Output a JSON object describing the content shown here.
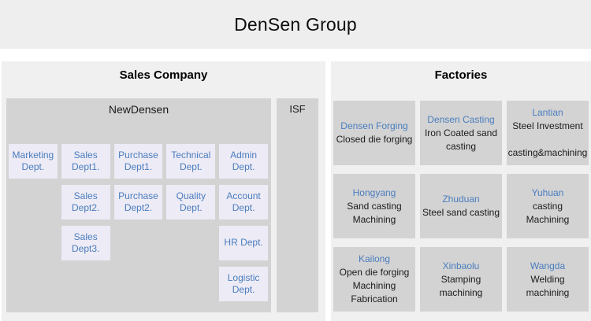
{
  "colors": {
    "header_bg": "#eeeeee",
    "panel_bg": "#f0f0f0",
    "box_bg": "#d3d3d3",
    "dept_bg": "#edebf5",
    "accent_blue": "#4a7dbe",
    "text_dark": "#141414"
  },
  "header": {
    "title": "DenSen Group"
  },
  "sales": {
    "title": "Sales Company",
    "parent_company": "NewDensen",
    "isf_label": "ISF",
    "departments": [
      "Marketing Dept.",
      "Sales Dept1.",
      "Purchase Dept1.",
      "Technical Dept.",
      "Admin Dept.",
      "Sales Dept2.",
      "Purchase Dept2.",
      "Quality Dept.",
      "Account Dept.",
      "Sales Dept3.",
      "HR Dept.",
      "Logistic Dept."
    ]
  },
  "factories": {
    "title": "Factories",
    "cells": [
      {
        "name": "Densen Forging",
        "lines": [
          "Closed die forging"
        ]
      },
      {
        "name": "Densen Casting",
        "lines": [
          "Iron Coated sand",
          "casting"
        ]
      },
      {
        "name": "Lantian",
        "lines": [
          "Steel Investment",
          "",
          "casting&machining"
        ]
      },
      {
        "name": "Hongyang",
        "lines": [
          "Sand casting",
          "Machining"
        ]
      },
      {
        "name": "Zhuduan",
        "lines": [
          "Steel sand casting"
        ]
      },
      {
        "name": "Yuhuan",
        "lines": [
          "casting",
          "Machining"
        ]
      },
      {
        "name": "Kailong",
        "lines": [
          "Open die forging",
          "Machining",
          "Fabrication"
        ]
      },
      {
        "name": "Xinbaolu",
        "lines": [
          "Stamping",
          "machining"
        ]
      },
      {
        "name": "Wangda",
        "lines": [
          "Welding",
          "machining"
        ]
      }
    ]
  }
}
